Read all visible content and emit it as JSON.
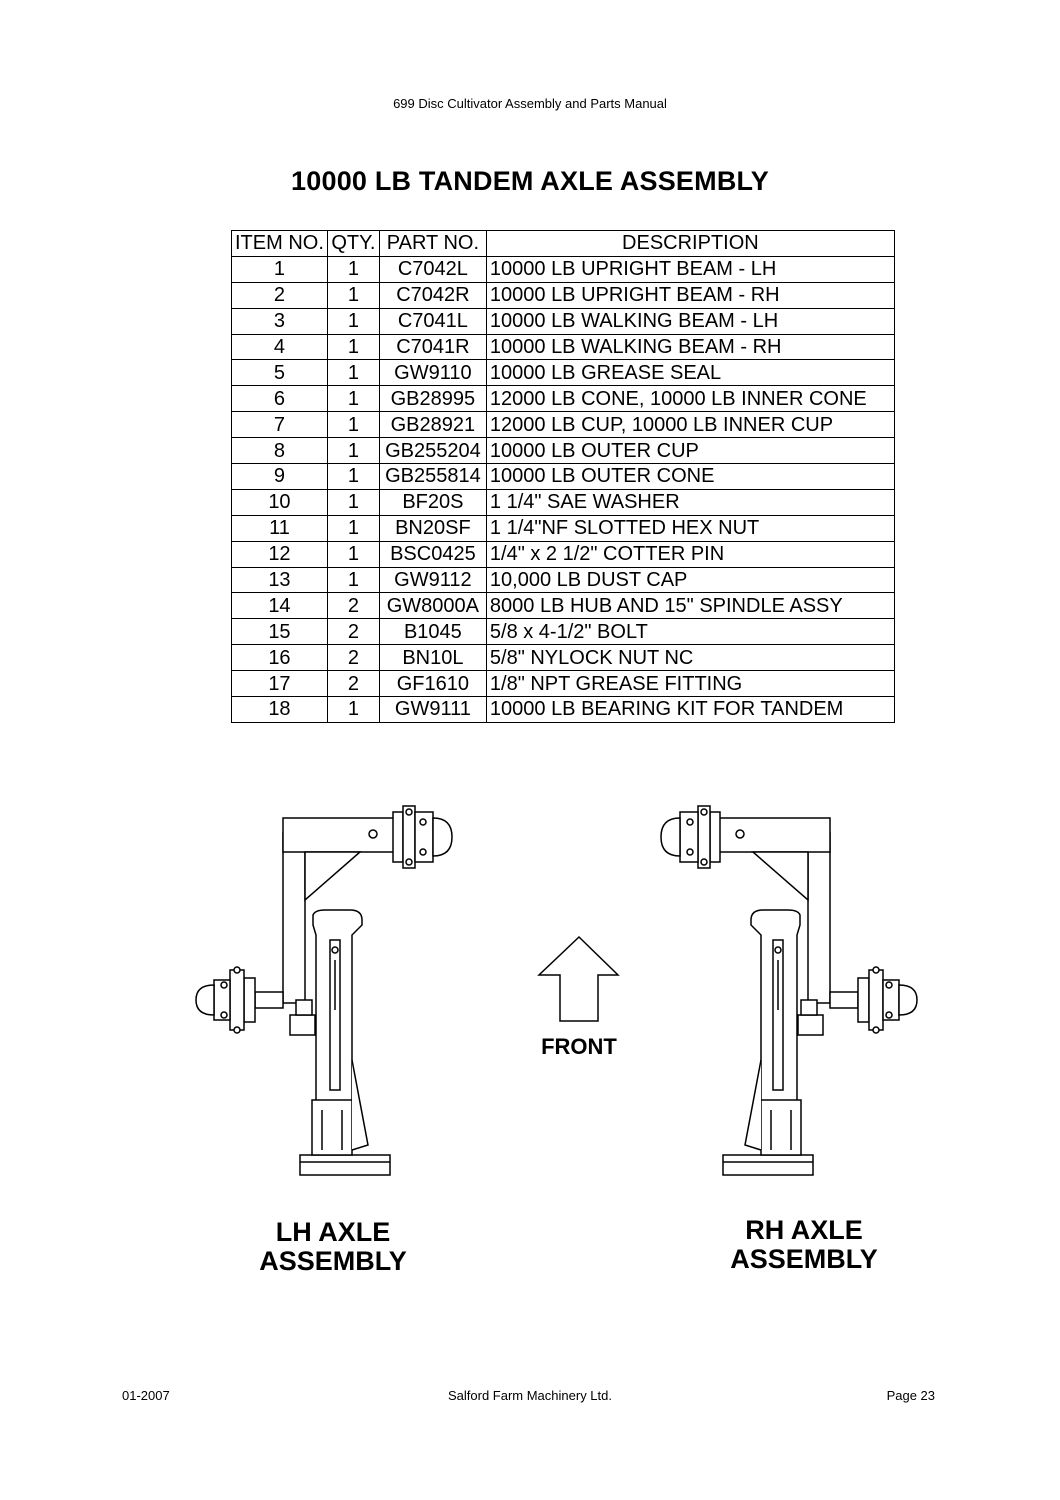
{
  "header": {
    "manual_title": "699 Disc Cultivator Assembly and Parts Manual"
  },
  "title": "10000 LB TANDEM AXLE ASSEMBLY",
  "table": {
    "headers": [
      "ITEM NO.",
      "QTY.",
      "PART NO.",
      "DESCRIPTION"
    ],
    "rows": [
      [
        "1",
        "1",
        "C7042L",
        "10000 LB UPRIGHT BEAM - LH"
      ],
      [
        "2",
        "1",
        "C7042R",
        "10000 LB UPRIGHT BEAM - RH"
      ],
      [
        "3",
        "1",
        "C7041L",
        "10000 LB WALKING BEAM - LH"
      ],
      [
        "4",
        "1",
        "C7041R",
        "10000 LB WALKING BEAM - RH"
      ],
      [
        "5",
        "1",
        "GW9110",
        "10000 LB GREASE SEAL"
      ],
      [
        "6",
        "1",
        "GB28995",
        "12000 LB CONE, 10000 LB INNER CONE"
      ],
      [
        "7",
        "1",
        "GB28921",
        "12000 LB CUP, 10000 LB INNER CUP"
      ],
      [
        "8",
        "1",
        "GB255204",
        "10000 LB OUTER CUP"
      ],
      [
        "9",
        "1",
        "GB255814",
        "10000 LB OUTER CONE"
      ],
      [
        "10",
        "1",
        "BF20S",
        "1 1/4\" SAE WASHER"
      ],
      [
        "11",
        "1",
        "BN20SF",
        "1 1/4\"NF SLOTTED HEX NUT"
      ],
      [
        "12",
        "1",
        "BSC0425",
        "1/4\" x 2 1/2\" COTTER PIN"
      ],
      [
        "13",
        "1",
        "GW9112",
        "10,000 LB DUST CAP"
      ],
      [
        "14",
        "2",
        "GW8000A",
        "8000 LB HUB AND 15\" SPINDLE ASSY"
      ],
      [
        "15",
        "2",
        "B1045",
        "5/8 x 4-1/2\" BOLT"
      ],
      [
        "16",
        "2",
        "BN10L",
        "5/8\" NYLOCK NUT NC"
      ],
      [
        "17",
        "2",
        "GF1610",
        "1/8\" NPT GREASE FITTING"
      ],
      [
        "18",
        "1",
        "GW9111",
        "10000 LB BEARING KIT FOR TANDEM"
      ]
    ]
  },
  "diagram": {
    "front_label": "FRONT",
    "lh_label_line1": "LH AXLE",
    "lh_label_line2": "ASSEMBLY",
    "rh_label_line1": "RH AXLE",
    "rh_label_line2": "ASSEMBLY"
  },
  "footer": {
    "date": "01-2007",
    "company": "Salford Farm Machinery Ltd.",
    "page": "Page 23"
  }
}
